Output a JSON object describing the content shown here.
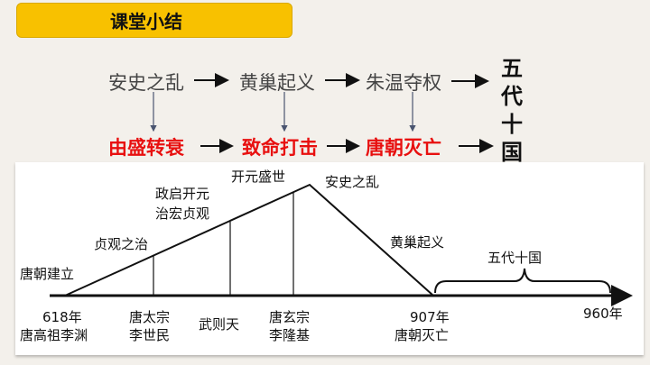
{
  "title": "课堂小结",
  "flow": {
    "causes": [
      "安史之乱",
      "黄巢起义",
      "朱温夺权"
    ],
    "effects": [
      "由盛转衰",
      "致命打击",
      "唐朝灭亡"
    ],
    "result": "五代十国"
  },
  "timeline": {
    "peaks": {
      "founding": "唐朝建立",
      "zhenguan": "贞观之治",
      "bridge_1": "政启开元",
      "bridge_2": "治宏贞观",
      "kaiyuan": "开元盛世",
      "anshi": "安史之乱",
      "huangchao": "黄巢起义",
      "wudai": "五代十国"
    },
    "axis": {
      "start_year": "618年",
      "start_person": "唐高祖李渊",
      "taizong_1": "唐太宗",
      "taizong_2": "李世民",
      "wuzetian": "武则天",
      "xuanzong_1": "唐玄宗",
      "xuanzong_2": "李隆基",
      "end_year": "907年",
      "end_event": "唐朝灭亡",
      "final_year": "960年"
    }
  }
}
